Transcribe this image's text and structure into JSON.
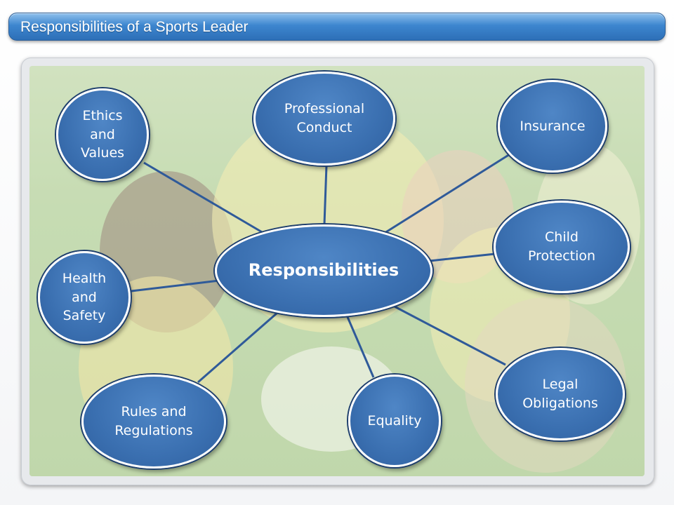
{
  "header": {
    "title": "Responsibilities of a Sports Leader"
  },
  "diagram": {
    "center": "Responsibilities",
    "nodes": [
      {
        "id": "ethics",
        "label": "Ethics and Values"
      },
      {
        "id": "professional",
        "label": "Professional Conduct"
      },
      {
        "id": "insurance",
        "label": "Insurance"
      },
      {
        "id": "child",
        "label": "Child Protection"
      },
      {
        "id": "legal",
        "label": "Legal Obligations"
      },
      {
        "id": "equality",
        "label": "Equality"
      },
      {
        "id": "rules",
        "label": "Rules and Regulations"
      },
      {
        "id": "health",
        "label": "Health and Safety"
      }
    ]
  },
  "colors": {
    "node_fill": "#3a6fb0",
    "connector": "#2f5a99",
    "title_bar": "#3d86cf"
  }
}
